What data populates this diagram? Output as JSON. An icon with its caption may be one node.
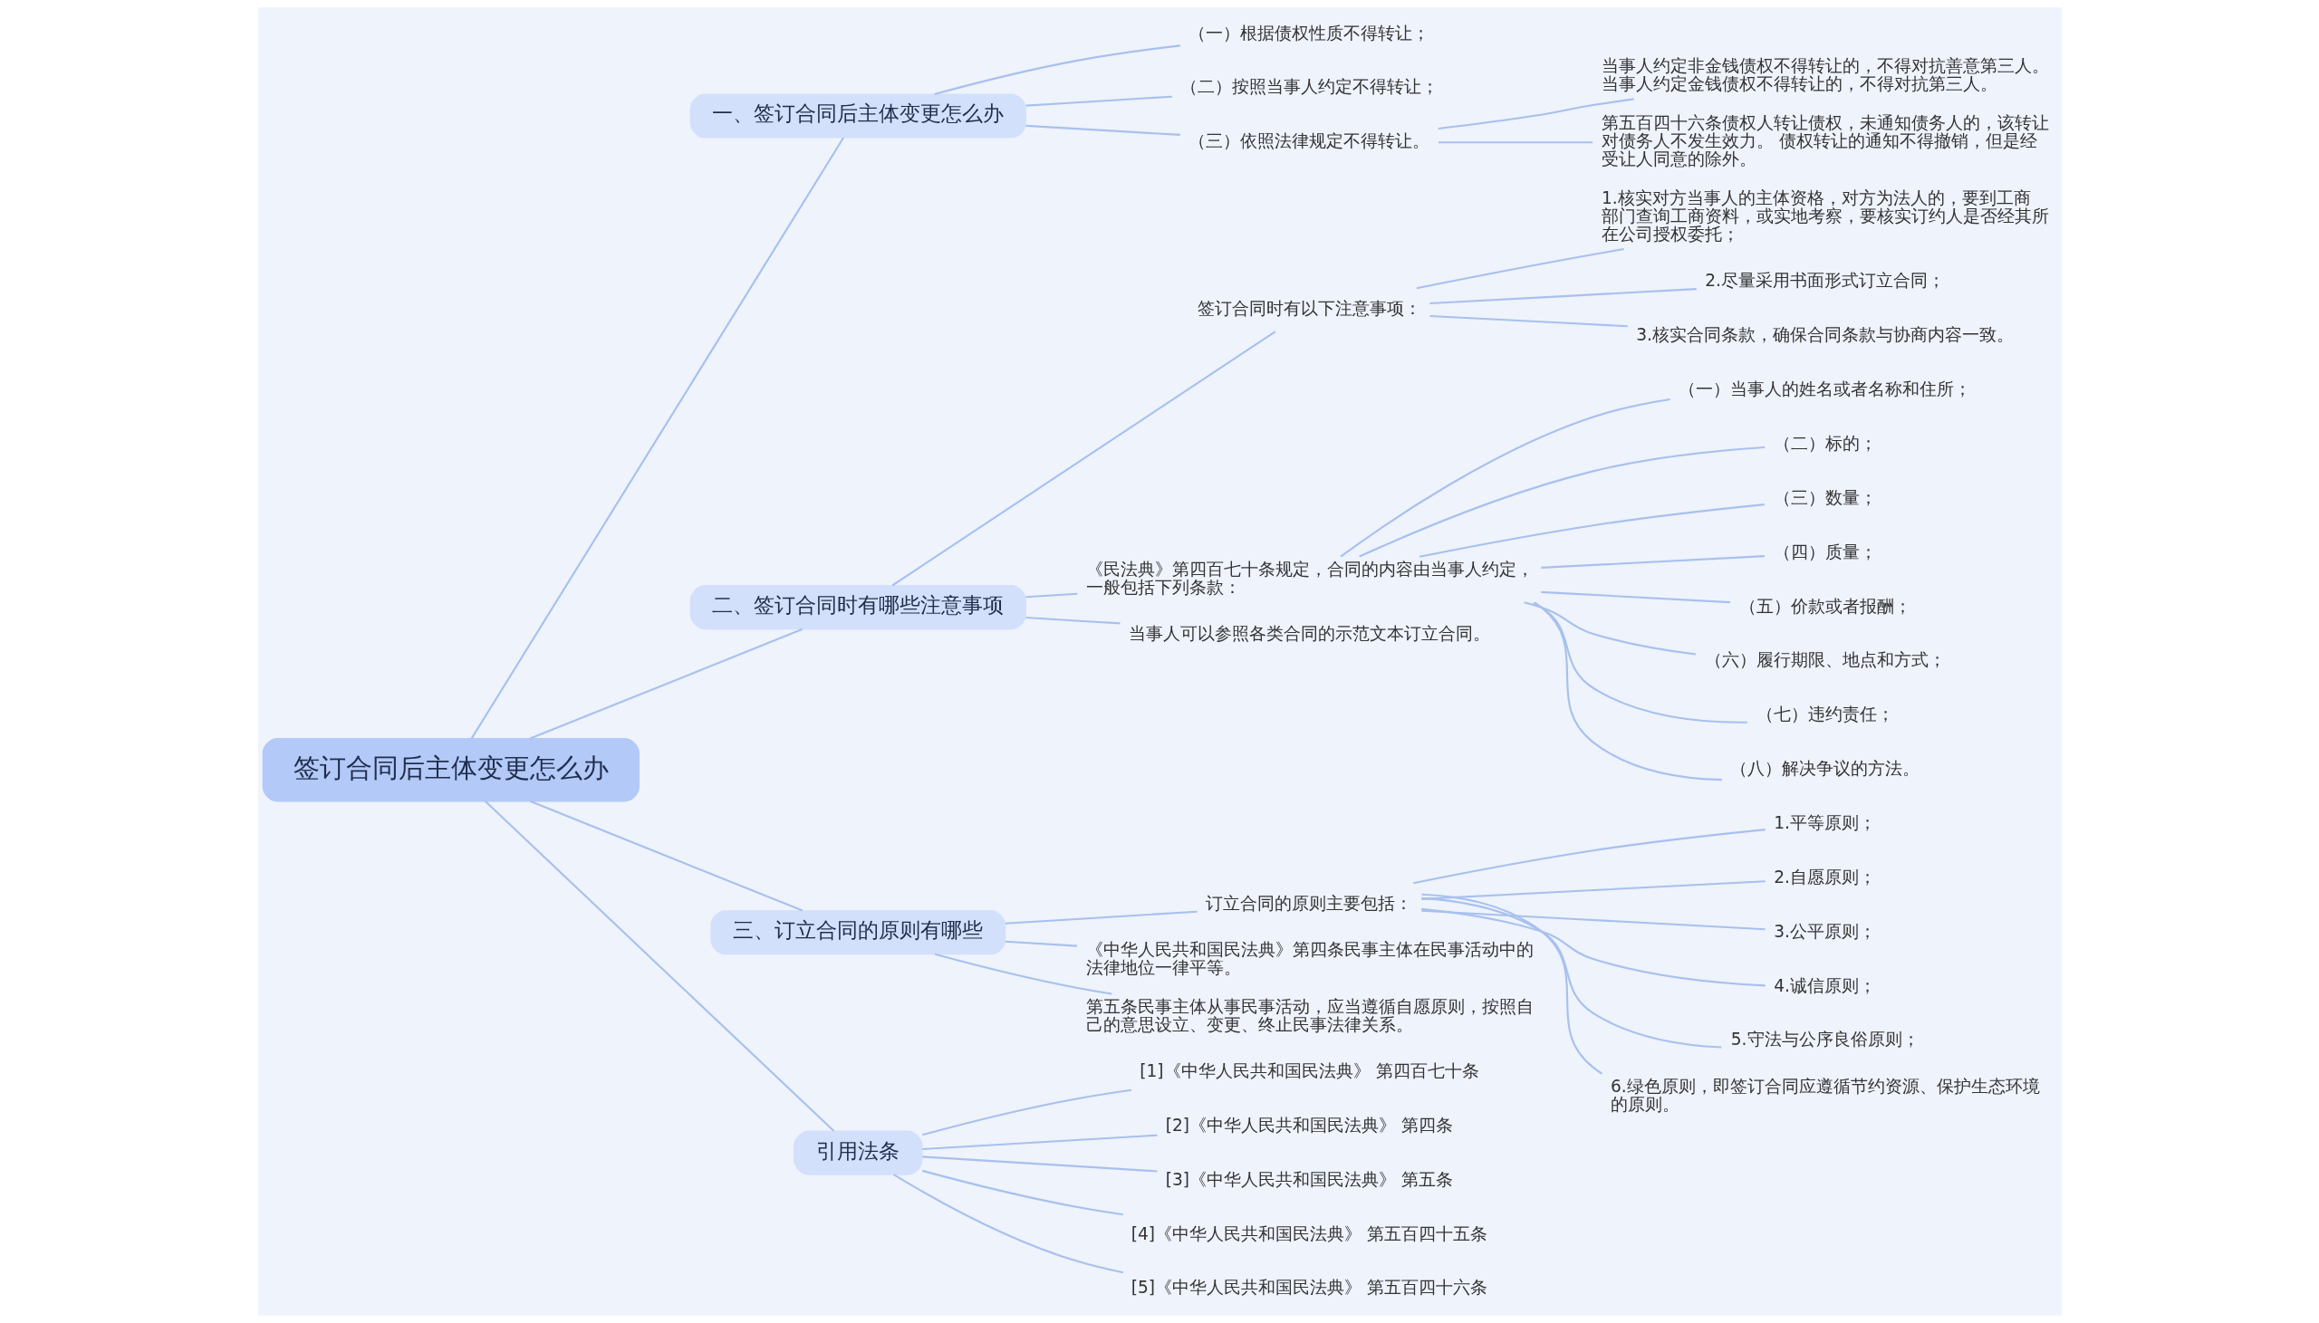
{
  "diagram": {
    "nodes": [
      {
        "text": [
          "签订合同后主体变更怎么办"
        ]
      },
      {
        "text": [
          "一、签订合同后主体变更怎么办"
        ]
      },
      {
        "text": [
          "（一）根据债权性质不得转让；"
        ]
      },
      {
        "text": [
          "（二）按照当事人约定不得转让；"
        ]
      },
      {
        "text": [
          "（三）依照法律规定不得转让。"
        ]
      },
      {
        "text": [
          "当事人约定非金钱债权不得转让的，不得对抗善意第三人。当事人约定金钱债权不得转让的，不得对抗第三人。"
        ]
      },
      {
        "text": [
          "第五百四十六条债权人转让债权，未通知债务人的，该转让对债务人不发生效力。 债权转让的通知不得撤销，但是经受让人同意的除外。"
        ]
      },
      {
        "text": [
          "二、签订合同时有哪些注意事项"
        ]
      },
      {
        "text": [
          "签订合同时有以下注意事项："
        ]
      },
      {
        "text": [
          "1.核实对方当事人的主体资格，对方为法人的，要到工商部门查询工商资料，或实地考察，要核实订约人是否经其所在公司授权委托；"
        ]
      },
      {
        "text": [
          "2.尽量采用书面形式订立合同；"
        ]
      },
      {
        "text": [
          "3.核实合同条款，确保合同条款与协商内容一致。"
        ]
      },
      {
        "text": [
          "《民法典》第四百七十条规定，合同的内容由当事人约定，一般包括下列条款："
        ]
      },
      {
        "text": [
          "（一）当事人的姓名或者名称和住所；"
        ]
      },
      {
        "text": [
          "（二）标的；"
        ]
      },
      {
        "text": [
          "（三）数量；"
        ]
      },
      {
        "text": [
          "（四）质量；"
        ]
      },
      {
        "text": [
          "（五）价款或者报酬；"
        ]
      },
      {
        "text": [
          "（六）履行期限、地点和方式；"
        ]
      },
      {
        "text": [
          "（七）违约责任；"
        ]
      },
      {
        "text": [
          "（八）解决争议的方法。"
        ]
      },
      {
        "text": [
          "当事人可以参照各类合同的示范文本订立合同。"
        ]
      },
      {
        "text": [
          "三、订立合同的原则有哪些"
        ]
      },
      {
        "text": [
          "订立合同的原则主要包括："
        ]
      },
      {
        "text": [
          "1.平等原则；"
        ]
      },
      {
        "text": [
          "2.自愿原则；"
        ]
      },
      {
        "text": [
          "3.公平原则；"
        ]
      },
      {
        "text": [
          "4.诚信原则；"
        ]
      },
      {
        "text": [
          "5.守法与公序良俗原则；"
        ]
      },
      {
        "text": [
          "6.绿色原则，即签订合同应遵循节约资源、保护生态环境的原则。"
        ]
      },
      {
        "text": [
          "《中华人民共和国民法典》第四条民事主体在民事活动中的法律地位一律平等。"
        ]
      },
      {
        "text": [
          "第五条民事主体从事民事活动，应当遵循自愿原则，按照自己的意思设立、变更、终止民事法律关系。"
        ]
      },
      {
        "text": [
          "引用法条"
        ]
      },
      {
        "text": [
          "[1]《中华人民共和国民法典》 第四百七十条"
        ]
      },
      {
        "text": [
          "[2]《中华人民共和国民法典》 第四条"
        ]
      },
      {
        "text": [
          "[3]《中华人民共和国民法典》 第五条"
        ]
      },
      {
        "text": [
          "[4]《中华人民共和国民法典》 第五百四十五条"
        ]
      },
      {
        "text": [
          "[5]《中华人民共和国民法典》 第五百四十六条"
        ]
      }
    ],
    "edges": [
      {
        "from": 0,
        "to": 1,
        "arrow": "none"
      },
      {
        "from": 1,
        "to": 2,
        "arrow": "none"
      },
      {
        "from": 1,
        "to": 3,
        "arrow": "none"
      },
      {
        "from": 1,
        "to": 4,
        "arrow": "none"
      },
      {
        "from": 4,
        "to": 5,
        "arrow": "none"
      },
      {
        "from": 4,
        "to": 6,
        "arrow": "none"
      },
      {
        "from": 0,
        "to": 7,
        "arrow": "none"
      },
      {
        "from": 7,
        "to": 8,
        "arrow": "none"
      },
      {
        "from": 8,
        "to": 9,
        "arrow": "none"
      },
      {
        "from": 8,
        "to": 10,
        "arrow": "none"
      },
      {
        "from": 8,
        "to": 11,
        "arrow": "none"
      },
      {
        "from": 7,
        "to": 12,
        "arrow": "none"
      },
      {
        "from": 12,
        "to": 13,
        "arrow": "none"
      },
      {
        "from": 12,
        "to": 14,
        "arrow": "none"
      },
      {
        "from": 12,
        "to": 15,
        "arrow": "none"
      },
      {
        "from": 12,
        "to": 16,
        "arrow": "none"
      },
      {
        "from": 12,
        "to": 17,
        "arrow": "none"
      },
      {
        "from": 12,
        "to": 18,
        "arrow": "none"
      },
      {
        "from": 12,
        "to": 19,
        "arrow": "none"
      },
      {
        "from": 12,
        "to": 20,
        "arrow": "none"
      },
      {
        "from": 7,
        "to": 21,
        "arrow": "none"
      },
      {
        "from": 0,
        "to": 22,
        "arrow": "none"
      },
      {
        "from": 22,
        "to": 23,
        "arrow": "none"
      },
      {
        "from": 23,
        "to": 24,
        "arrow": "none"
      },
      {
        "from": 23,
        "to": 25,
        "arrow": "none"
      },
      {
        "from": 23,
        "to": 26,
        "arrow": "none"
      },
      {
        "from": 23,
        "to": 27,
        "arrow": "none"
      },
      {
        "from": 23,
        "to": 28,
        "arrow": "none"
      },
      {
        "from": 23,
        "to": 29,
        "arrow": "none"
      },
      {
        "from": 22,
        "to": 30,
        "arrow": "none"
      },
      {
        "from": 22,
        "to": 31,
        "arrow": "none"
      },
      {
        "from": 0,
        "to": 32,
        "arrow": "none"
      },
      {
        "from": 32,
        "to": 33,
        "arrow": "none"
      },
      {
        "from": 32,
        "to": 34,
        "arrow": "none"
      },
      {
        "from": 32,
        "to": 35,
        "arrow": "none"
      },
      {
        "from": 32,
        "to": 36,
        "arrow": "none"
      },
      {
        "from": 32,
        "to": 37,
        "arrow": "none"
      }
    ]
  }
}
